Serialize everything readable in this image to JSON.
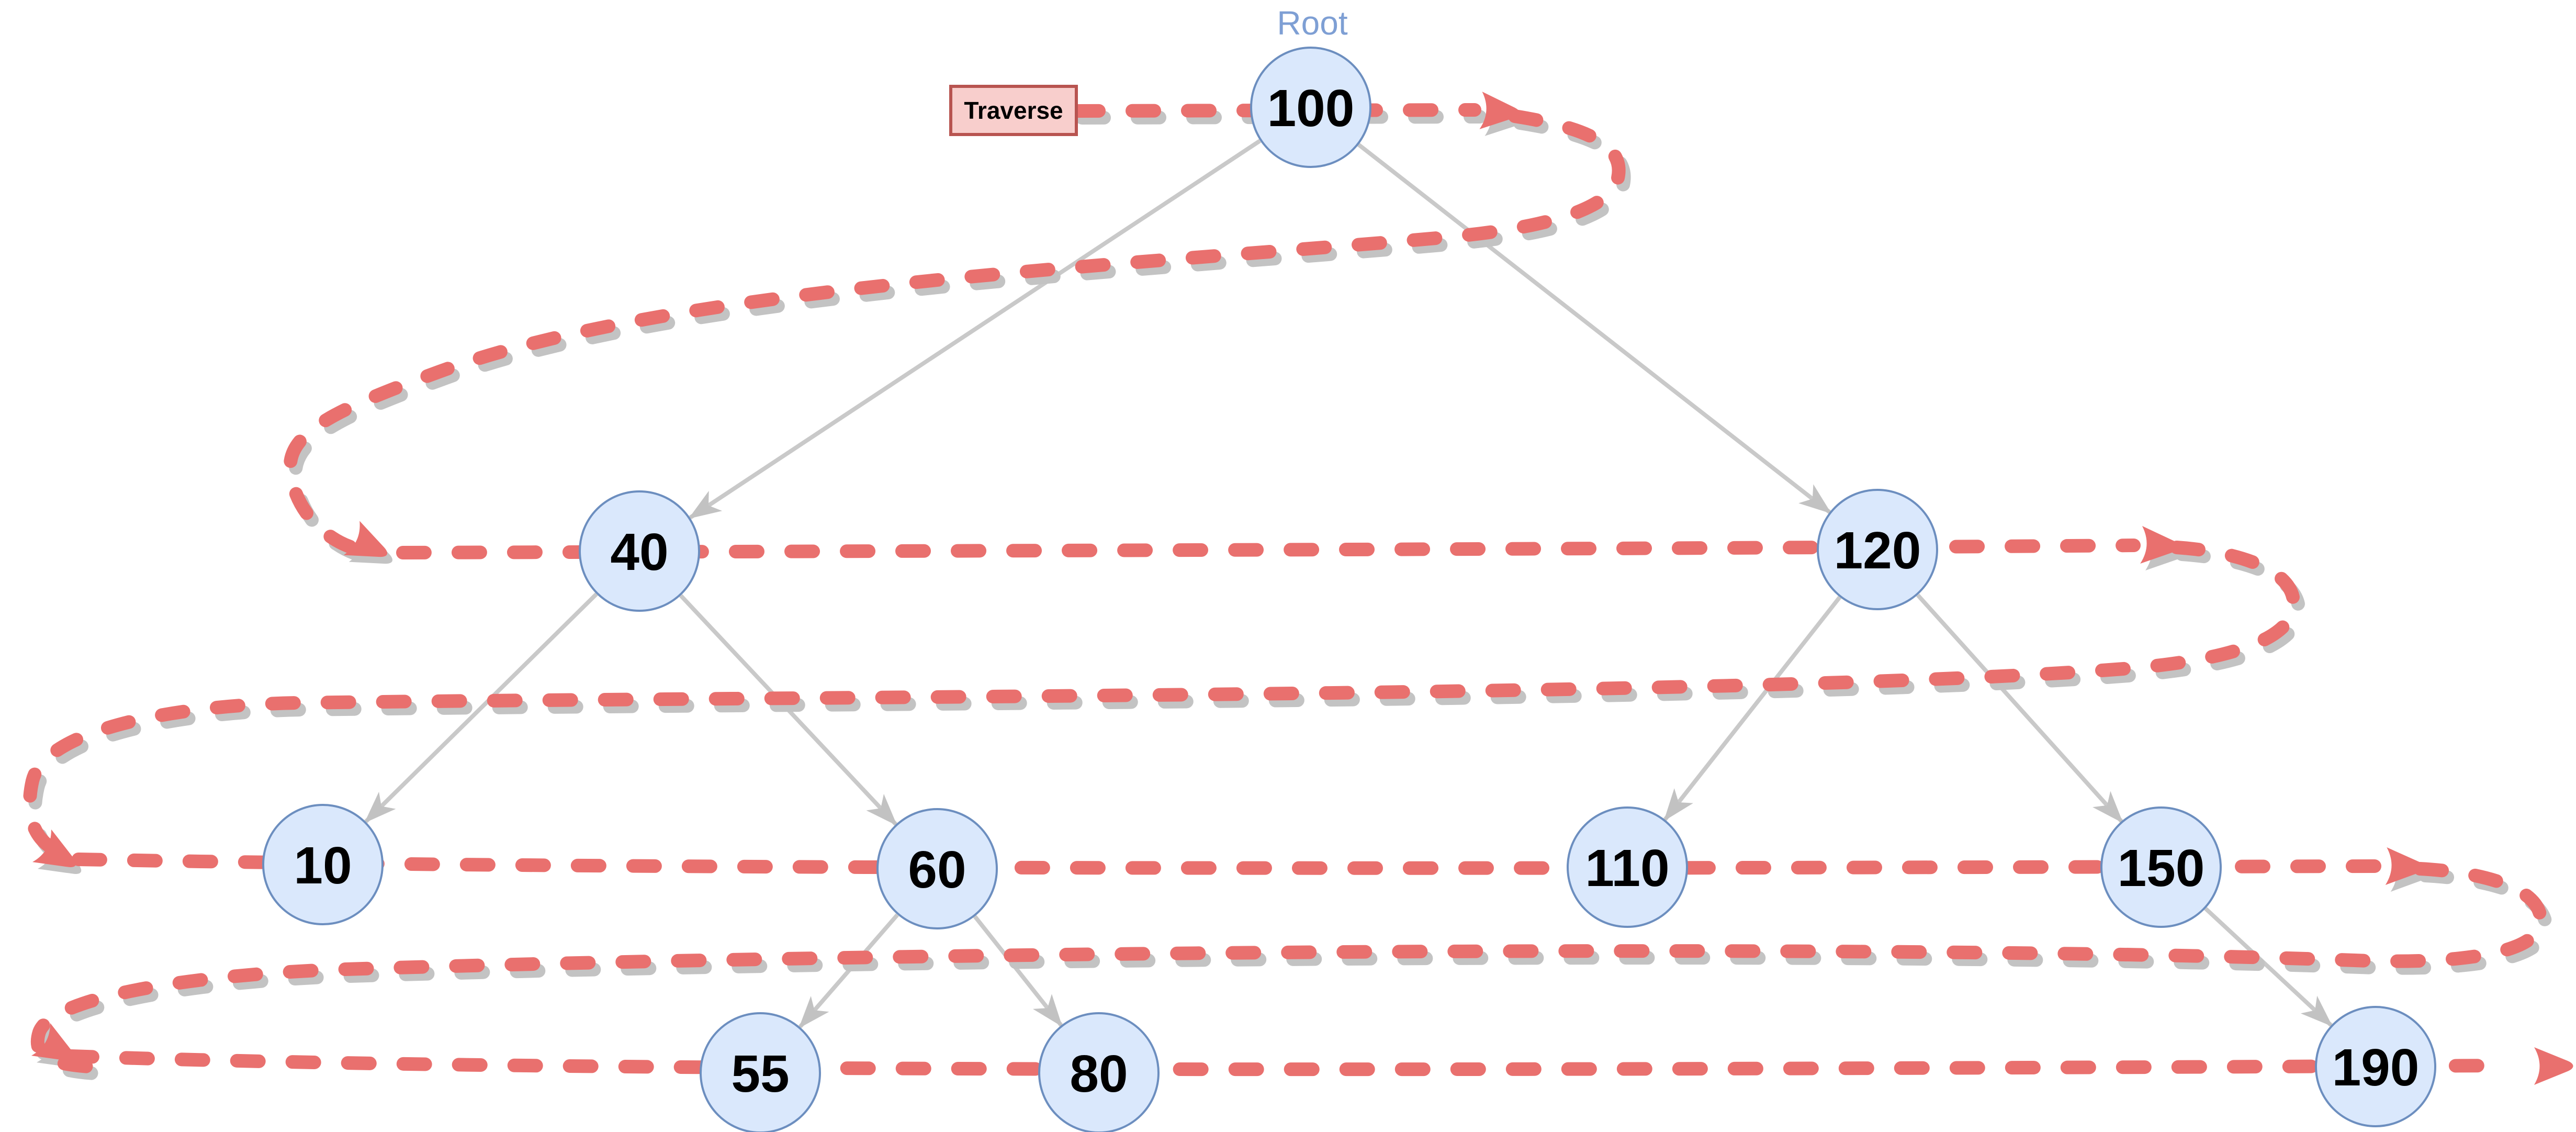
{
  "diagram": {
    "kind": "binary-tree-level-order-traversal",
    "root_pointer_label": "Root",
    "traverse_label": "Traverse",
    "nodes": {
      "n100": "100",
      "n40": "40",
      "n120": "120",
      "n10": "10",
      "n60": "60",
      "n110": "110",
      "n150": "150",
      "n55": "55",
      "n80": "80",
      "n190": "190"
    },
    "edges": [
      {
        "from": "100",
        "to": "40"
      },
      {
        "from": "100",
        "to": "120"
      },
      {
        "from": "40",
        "to": "10"
      },
      {
        "from": "40",
        "to": "60"
      },
      {
        "from": "120",
        "to": "110"
      },
      {
        "from": "120",
        "to": "150"
      },
      {
        "from": "60",
        "to": "55"
      },
      {
        "from": "60",
        "to": "80"
      },
      {
        "from": "150",
        "to": "190"
      }
    ],
    "traversal": {
      "style": "level-order",
      "order": [
        "100",
        "40",
        "120",
        "10",
        "60",
        "110",
        "150",
        "55",
        "80",
        "190"
      ]
    },
    "colors": {
      "background": "#ffffff",
      "node_fill": "#dae8fc",
      "node_stroke": "#6c8ebf",
      "node_text": "#000000",
      "root_label_text": "#7e9fd4",
      "traverse_box_fill": "#f8cecc",
      "traverse_box_stroke": "#b85450",
      "traverse_text": "#000000",
      "tree_edge": "#c9c9c9",
      "traversal_path": "#e9706e",
      "path_shadow": "#c3c3c3"
    }
  }
}
